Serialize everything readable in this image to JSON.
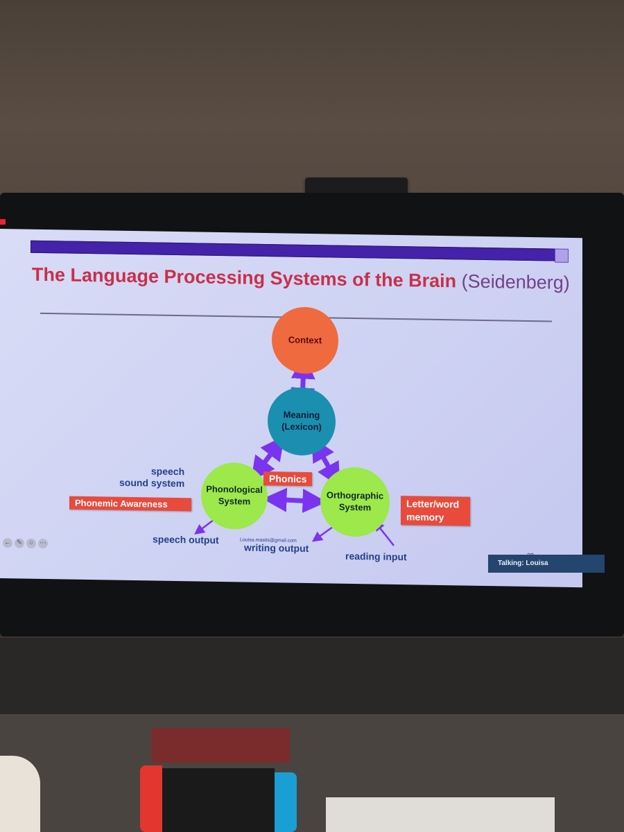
{
  "slide": {
    "title": "The Language Processing Systems of the Brain",
    "title_suffix": "(Seidenberg)",
    "page_number": "28",
    "presenter_email": "Louisa.mastis@gmail.com"
  },
  "diagram": {
    "nodes": {
      "context": "Context",
      "meaning_line1": "Meaning",
      "meaning_line2": "(Lexicon)",
      "phonological_line1": "Phonological",
      "phonological_line2": "System",
      "orthographic_line1": "Orthographic",
      "orthographic_line2": "System"
    },
    "tags": {
      "phonics": "Phonics",
      "phonemic_awareness": "Phonemic Awareness",
      "letter_word_memory_line1": "Letter/word",
      "letter_word_memory_line2": "memory"
    },
    "labels": {
      "speech_line1": "speech",
      "speech_line2": "sound system",
      "speech_output": "speech output",
      "writing_output": "writing output",
      "reading_input": "reading input"
    }
  },
  "meeting": {
    "talking_label": "Talking: Louisa"
  },
  "colors": {
    "title_red": "#c8304a",
    "title_purple": "#74408a",
    "header_bar": "#4422aa",
    "context_circle": "#f06a3f",
    "meaning_circle": "#1b8fb0",
    "system_circle": "#9de84a",
    "tag_red": "#e84a3c",
    "arrow_purple": "#7a34f0",
    "label_blue": "#24408a"
  }
}
